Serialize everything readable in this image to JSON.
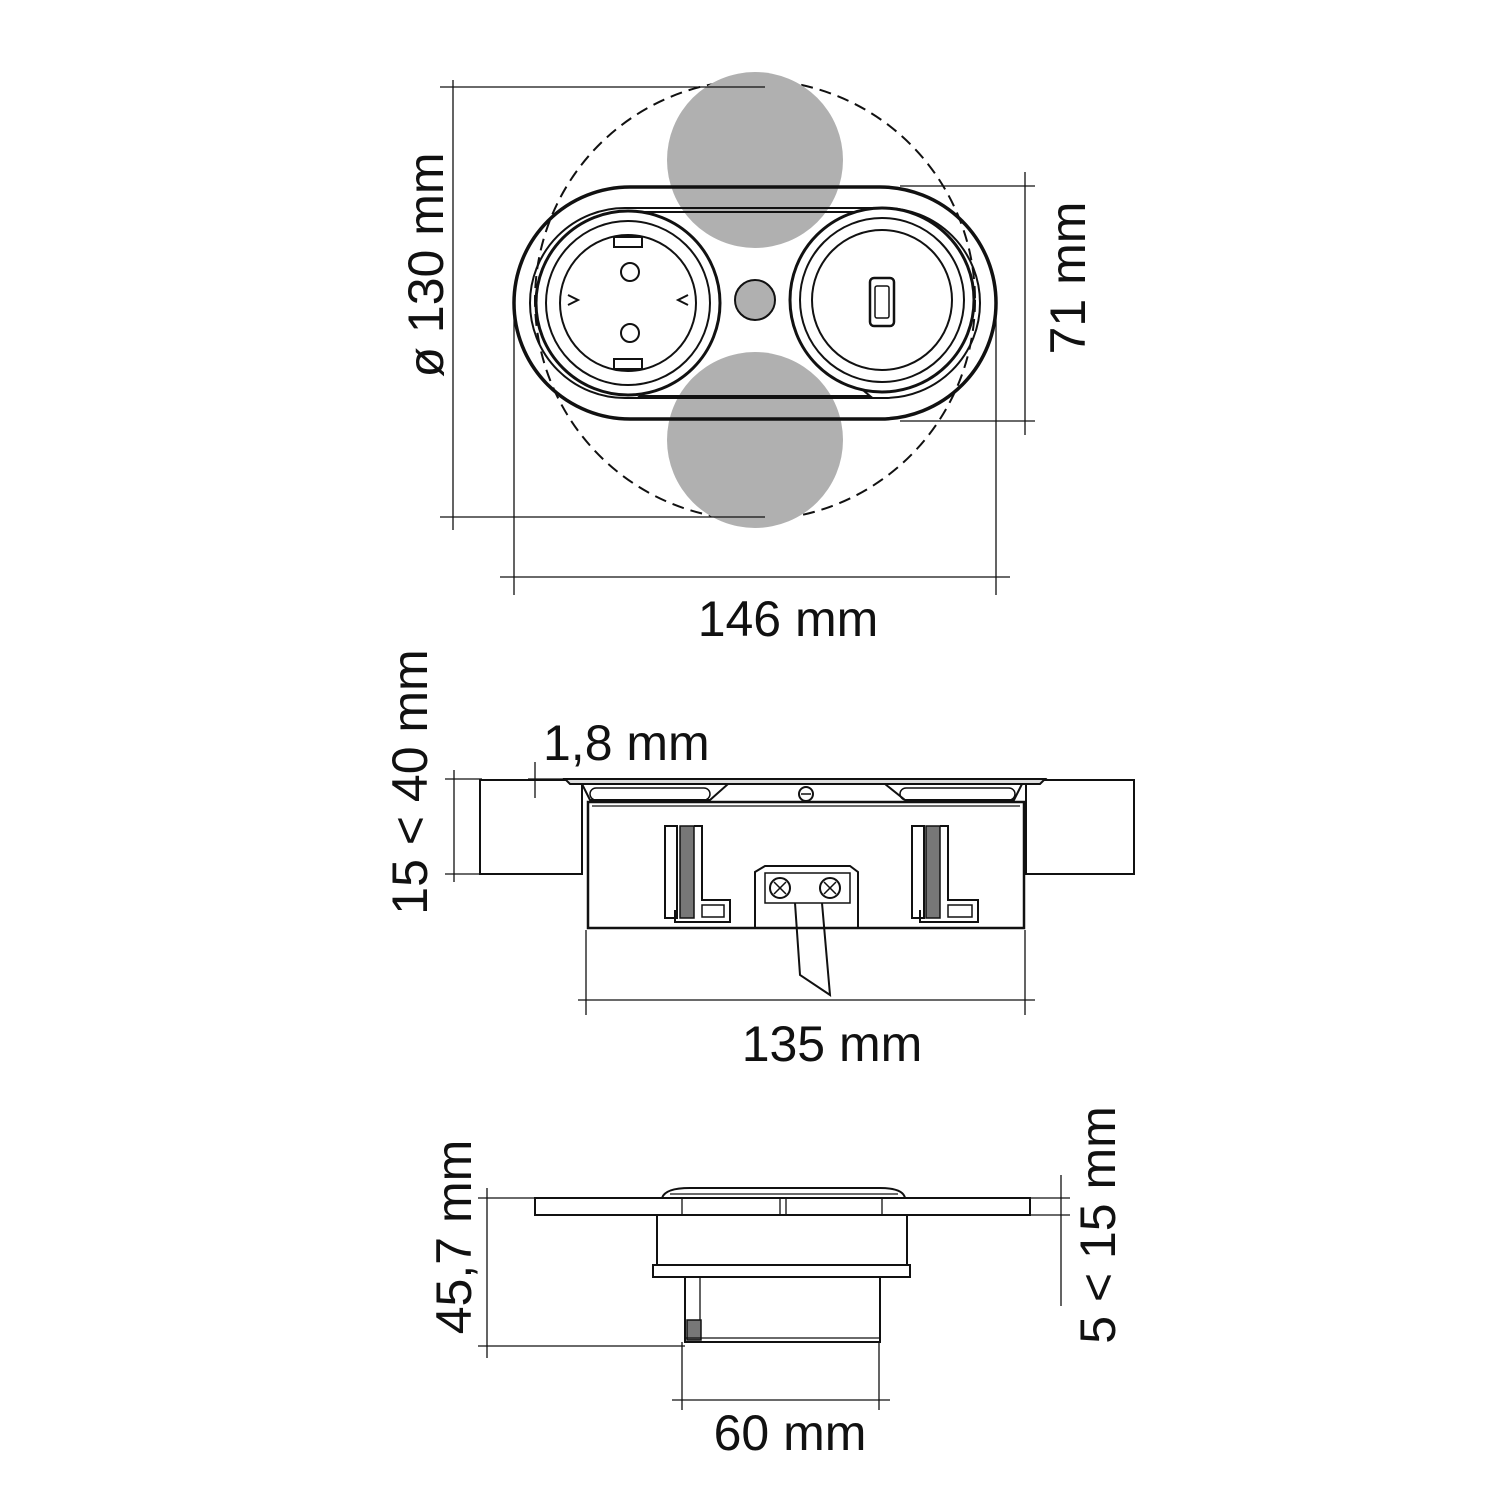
{
  "colors": {
    "line": "#111111",
    "fill_gray": "#b0b0b0",
    "background": "#ffffff"
  },
  "top_view": {
    "diameter_label": "ø 130 mm",
    "height_label": "71 mm",
    "width_label": "146 mm",
    "left_outlet": "schuko-socket-icon",
    "right_outlet": "usb-port-icon"
  },
  "side_view": {
    "thickness_label": "1,8 mm",
    "clamp_range_label": "15 < 40 mm",
    "width_label": "135 mm"
  },
  "end_view": {
    "height_label": "45,7 mm",
    "range_label": "5 < 15 mm",
    "width_label": "60 mm"
  }
}
